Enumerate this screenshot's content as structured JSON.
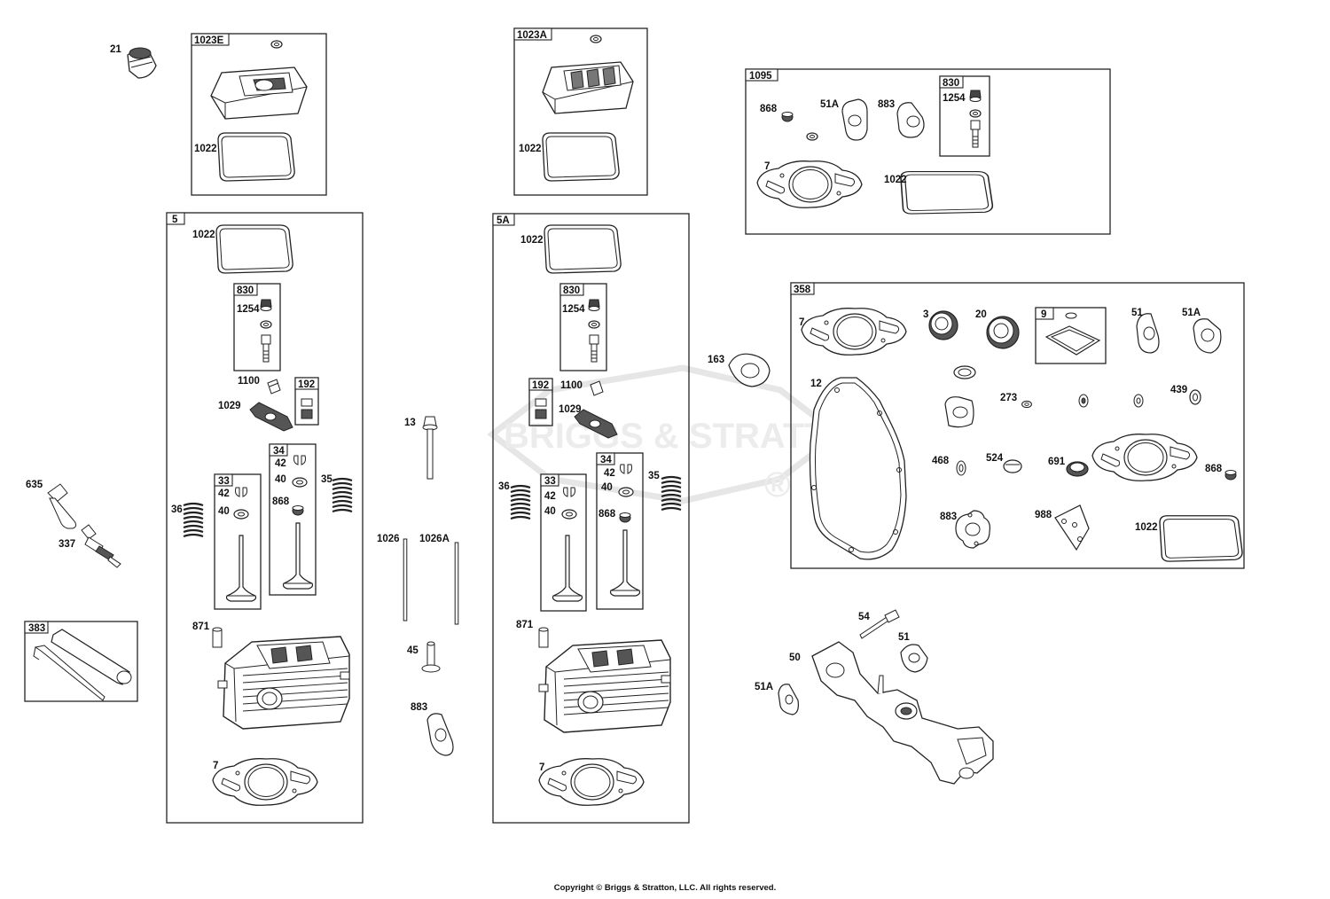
{
  "watermark": {
    "text": "BRIGGS & STRATTON",
    "mark": "®"
  },
  "copyright": "Copyright © Briggs & Stratton, LLC. All rights reserved.",
  "boxes": {
    "b1023E": "1023E",
    "b1023A": "1023A",
    "b1095": "1095",
    "b1095_830": "830",
    "b5": "5",
    "b5_830": "830",
    "b5_192": "192",
    "b5_34": "34",
    "b5_33": "33",
    "b5A": "5A",
    "b5A_830": "830",
    "b5A_192": "192",
    "b5A_34": "34",
    "b5A_33": "33",
    "b358": "358",
    "b358_9": "9",
    "b383": "383"
  },
  "labels": {
    "l21": "21",
    "l1023E_1022": "1022",
    "l1023A_1022": "1022",
    "l1095_868": "868",
    "l1095_51A": "51A",
    "l1095_883": "883",
    "l1095_1254": "1254",
    "l1095_7": "7",
    "l1095_1022": "1022",
    "l5_1022": "1022",
    "l5_1254": "1254",
    "l5_1100": "1100",
    "l5_1029": "1029",
    "l5_42a": "42",
    "l5_40a": "40",
    "l5_868": "868",
    "l5_35": "35",
    "l5_36": "36",
    "l5_42b": "42",
    "l5_40b": "40",
    "l5_871": "871",
    "l5_7": "7",
    "l635": "635",
    "l337": "337",
    "l13": "13",
    "l1026": "1026",
    "l1026A": "1026A",
    "l45": "45",
    "l883": "883",
    "l5A_1022": "1022",
    "l5A_1254": "1254",
    "l5A_1100": "1100",
    "l5A_1029": "1029",
    "l5A_36": "36",
    "l5A_42a": "42",
    "l5A_40a": "40",
    "l5A_42b": "42",
    "l5A_40b": "40",
    "l5A_868": "868",
    "l5A_35": "35",
    "l5A_871": "871",
    "l5A_7": "7",
    "l163": "163",
    "l358_7": "7",
    "l358_3": "3",
    "l358_20": "20",
    "l358_51": "51",
    "l358_51A": "51A",
    "l358_12": "12",
    "l358_273": "273",
    "l358_439": "439",
    "l358_468": "468",
    "l358_524": "524",
    "l358_691": "691",
    "l358_868": "868",
    "l358_883": "883",
    "l358_988": "988",
    "l358_1022": "1022",
    "l54": "54",
    "l51": "51",
    "l50": "50",
    "l51A": "51A"
  }
}
